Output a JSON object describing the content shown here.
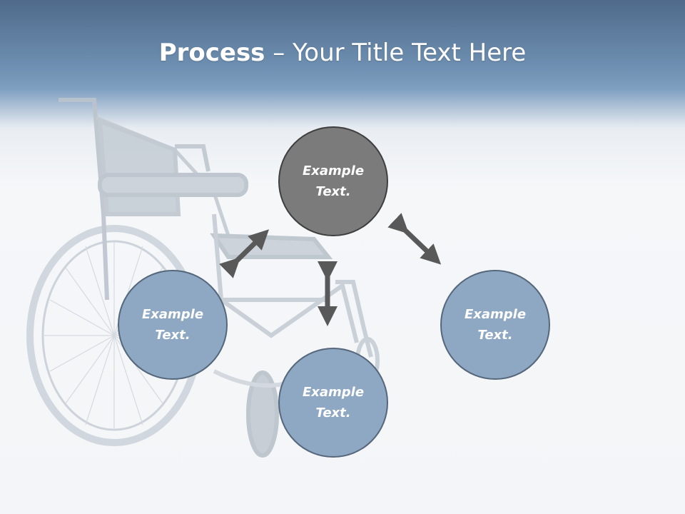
{
  "slide": {
    "title_bold": "Process",
    "title_rest": " – Your Title Text Here"
  },
  "nodes": [
    {
      "id": "top",
      "text": "Example Text.",
      "color": "#7b7b7b"
    },
    {
      "id": "left",
      "text": "Example Text.",
      "color": "#8ea8c4"
    },
    {
      "id": "bottom",
      "text": "Example Text.",
      "color": "#8ea8c4"
    },
    {
      "id": "right",
      "text": "Example Text.",
      "color": "#8ea8c4"
    }
  ],
  "colors": {
    "arrow": "#595959",
    "header": "#5f7fa2",
    "accent_dark": "#7b7b7b",
    "accent_blue": "#8ea8c4"
  },
  "background_image": "wheelchair"
}
